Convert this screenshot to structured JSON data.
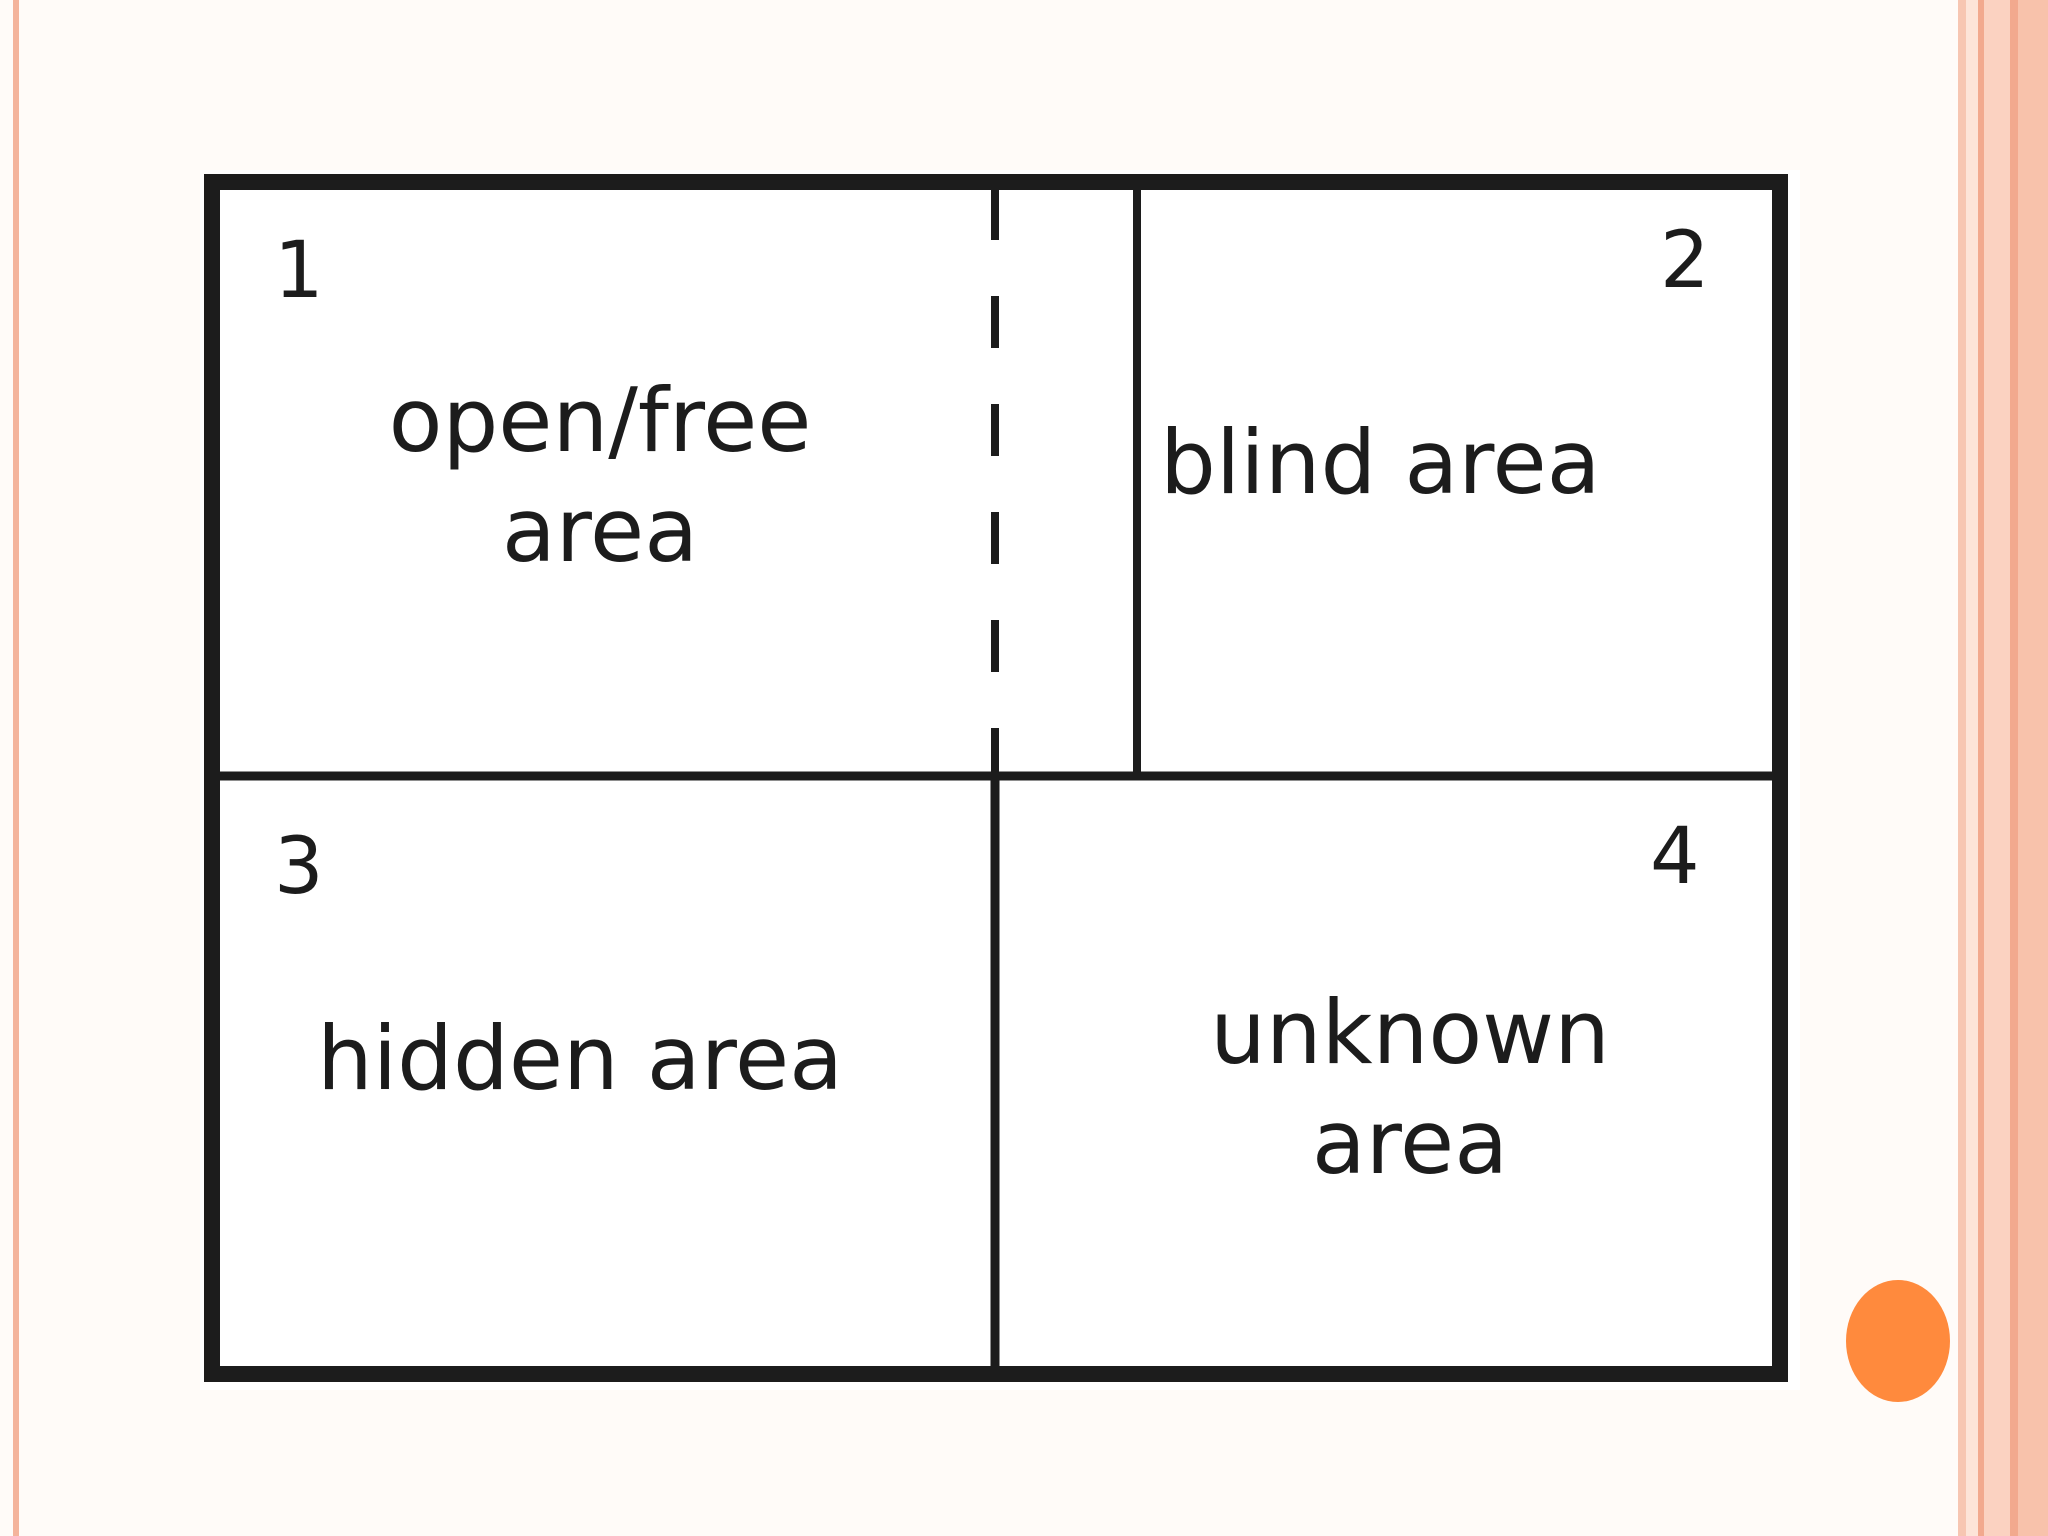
{
  "diagram": {
    "quadrants": [
      {
        "number": "1",
        "label_line1": "open/free",
        "label_line2": "area"
      },
      {
        "number": "2",
        "label_line1": "blind area",
        "label_line2": ""
      },
      {
        "number": "3",
        "label_line1": "hidden area",
        "label_line2": ""
      },
      {
        "number": "4",
        "label_line1": "unknown",
        "label_line2": "area"
      }
    ]
  },
  "colors": {
    "border_stripe": "#f4b49c",
    "accent_dot": "#ff8a3d",
    "line": "#1c1c1c"
  }
}
